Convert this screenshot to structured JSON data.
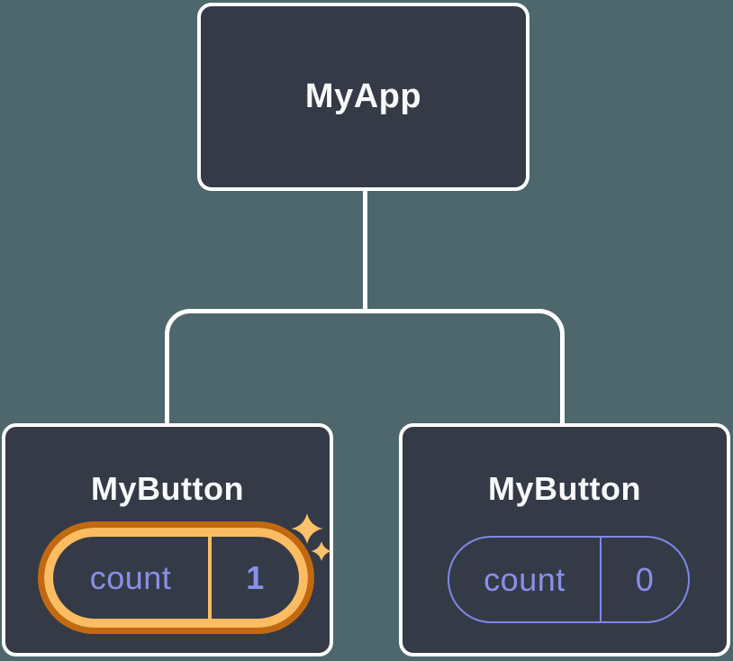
{
  "colors": {
    "background": "#4D676D",
    "node_fill": "#343B47",
    "node_border": "#FFFFFF",
    "node_text": "#F7F9FA",
    "connector": "#FFFFFF",
    "state_text_purple": "#8A8FE8",
    "pill_border_purple": "#8088E8",
    "highlight_orange": "#FBBC62",
    "highlight_orange_dark": "#C2690F",
    "sparkle_orange": "#FBC16B"
  },
  "tree": {
    "root": {
      "label": "MyApp"
    },
    "children": [
      {
        "label": "MyButton",
        "state": {
          "name": "count",
          "value": "1"
        },
        "highlighted": true,
        "badge_icon": "sparkles-icon"
      },
      {
        "label": "MyButton",
        "state": {
          "name": "count",
          "value": "0"
        },
        "highlighted": false
      }
    ]
  }
}
